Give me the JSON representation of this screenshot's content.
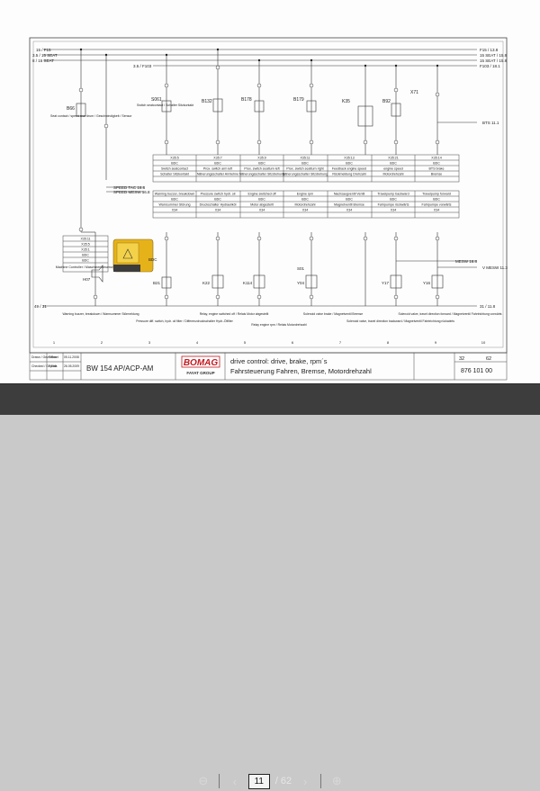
{
  "rails": {
    "left_top": [
      "15 / F15",
      "3.5 / 15 SEAT",
      "8 / 15 SEAT"
    ],
    "right_top": [
      "F15 / 13.8",
      "15 SEAT / 15.8",
      "15 SEAT / 15.8",
      "F103 / 18.1"
    ],
    "f103_left": "3.5 / F103",
    "bottom_left": "49 / 31",
    "bottom_right": "31 / 11.8",
    "speed_tac": "SPEED TAC 16.8",
    "speed_mesw": "SPEED MESW 16.8",
    "bts": "BTS 11.1",
    "mesw": "MESW 16.8",
    "vmesw": "V MESW 11.3"
  },
  "components": {
    "b66": "B66",
    "b66_desc": "Seat contact / speed rear drum / Geschwindigkeit / Sensor",
    "s061": "S061",
    "s061_desc": "Switch seatcontact / Schalter Sitzkontakt",
    "b132": "B132",
    "b132_desc": "Prox. switch arm left",
    "b178": "B178",
    "b178_desc": "Proximity switch seatturn left",
    "b179": "B179",
    "b179_desc": "Proximity switch seatturn right",
    "k35": "K35",
    "k35_desc": "Feedback engine speed",
    "b92": "B92",
    "b92_desc": "Sensor engine speed",
    "x71": "X71",
    "h07": "H07",
    "b21": "B21",
    "k22": "K22",
    "k114": "K114",
    "s01": "S01",
    "y04": "Y04",
    "y17": "Y17",
    "y16": "Y16",
    "bdc": "BDC"
  },
  "table_top": {
    "pins": [
      "X35:5",
      "X35:7",
      "X35:9",
      "X35:11",
      "X35:13",
      "X35:21",
      "X35:14"
    ],
    "row_bdc": [
      "BDC",
      "BDC",
      "BDC",
      "BDC",
      "BDC",
      "BDC",
      "BDC"
    ],
    "row_desc": [
      "Switch seatcontact",
      "Prox. switch arm left",
      "Prox. switch seatturn left",
      "Prox. switch seatturn right",
      "Feedback engine speed",
      "engine speed",
      "BTS brake"
    ],
    "row_de": [
      "Schalter Sitzkontakt",
      "Näherungsschalter Armlehne",
      "Näherungsschalter Sitzdrehung",
      "Näherungsschalter Sitzdrehung",
      "Rückmeldung Drehzahl",
      "Motordrehzahl",
      "Bremse"
    ]
  },
  "table_mid": {
    "row_title": [
      "Warning buzzer, breakdown",
      "Pressure switch hydr. oil",
      "Engine switched off",
      "Engine rpm",
      "Nachsaugventil Ventil",
      "Travelpump backward",
      "Travelpump forward"
    ],
    "row_bdc": [
      "BDC",
      "BDC",
      "BDC",
      "BDC",
      "BDC",
      "BDC",
      "BDC"
    ],
    "row_de": [
      "Warnsummer Störung",
      "Druckschalter Hydrauliköl",
      "Motor abgestellt",
      "Motordrehzahl",
      "Magnetventil Bremse",
      "Fahrpumpe rückwärts",
      "Fahrpumpe vorwärts"
    ],
    "pins": [
      "X34",
      "X34",
      "X34",
      "X34",
      "X34",
      "X34",
      "X34"
    ]
  },
  "controller": {
    "rows": [
      "X35:11",
      "X35:5",
      "X35:1",
      "BDC",
      "BDC"
    ],
    "name": "BDC",
    "desc": "Machine Controller / Maschinensteuerung"
  },
  "bottom_labels": [
    "Warning buzzer, breakdown / Warnsummer Störmeldung",
    "Pressure diff. switch, hydr. oil filter / Differenzdruckschalter Hydr.-Ölfilter",
    "Relay, engine switched off / Relais Motor abgestellt",
    "Relay engine rpm / Relais Motordrehzahl",
    "Solenoid valve brake / Magnetventil Bremse",
    "Solenoid valve, travel direction backward / Magnetventil Fahrtrichtung rückwärts",
    "Solenoid valve, travel direction forward / Magnetventil Fahrtrichtung vorwärts"
  ],
  "titleblock": {
    "row_labels": [
      "Drawn / Gezeichnet",
      "Checked / Geprüft"
    ],
    "names": [
      "T.Ros",
      "T.Sala"
    ],
    "dates": [
      "05.11.2008",
      "26.05.2009"
    ],
    "model": "BW 154 AP/ACP-AM",
    "brand": "BOMAG",
    "brand_sub": "FAYAT GROUP",
    "title_en": "drive control: drive, brake, rpm´s",
    "title_de": "Fahrsteuerung Fahren, Bremse, Motordrehzahl",
    "sheet_no": "32",
    "sheet_of": "62",
    "drawing_no": "876 101 00",
    "column_numbers": [
      "1",
      "2",
      "3",
      "4",
      "5",
      "6",
      "7",
      "8",
      "9",
      "10"
    ]
  },
  "viewer": {
    "page_current": "11",
    "page_total": "/ 62"
  }
}
